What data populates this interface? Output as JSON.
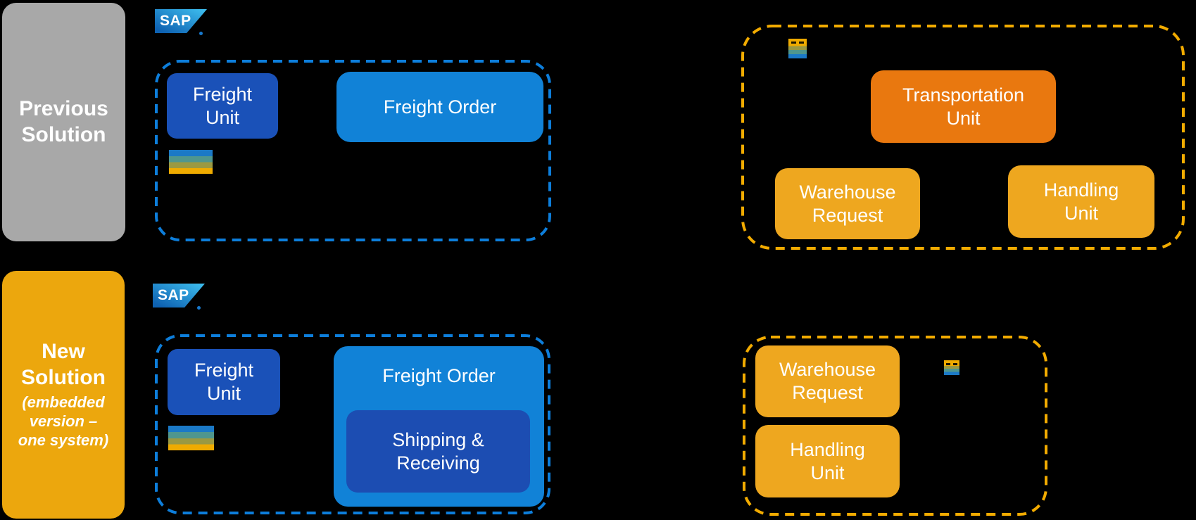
{
  "branding": {
    "sap_logo_text": "SAP"
  },
  "legend": {
    "previous": {
      "title": "Previous\nSolution"
    },
    "new": {
      "title": "New\nSolution",
      "subtitle": "(embedded\nversion –\none system)"
    }
  },
  "previous_solution": {
    "tm_system": {
      "freight_unit": "Freight\nUnit",
      "freight_order": "Freight Order"
    },
    "ewm_system": {
      "transportation_unit": "Transportation\nUnit",
      "warehouse_request": "Warehouse\nRequest",
      "handling_unit": "Handling\nUnit"
    }
  },
  "new_solution": {
    "tm_system": {
      "freight_unit": "Freight\nUnit",
      "freight_order": "Freight Order",
      "shipping_receiving": "Shipping &\nReceiving"
    },
    "ewm_system": {
      "warehouse_request": "Warehouse\nRequest",
      "handling_unit": "Handling\nUnit"
    }
  },
  "icons": {
    "tm_product_icon": "blue-to-gold striped product tile",
    "ewm_product_icon": "gold-to-blue striped product tile with two dashes"
  },
  "colors": {
    "background": "#000000",
    "previous_label_bg": "#A8A8A8",
    "new_label_bg": "#ECA70D",
    "freight_unit_bg": "#1A51B8",
    "freight_order_bg": "#1182D7",
    "shipping_receiving_bg": "#1C4DB2",
    "transportation_unit_bg": "#E9780F",
    "warehouse_node_bg": "#EEA71F",
    "tm_dashed_border": "#0D7EDB",
    "ewm_dashed_border": "#F2AB00",
    "text": "#FFFFFF"
  }
}
